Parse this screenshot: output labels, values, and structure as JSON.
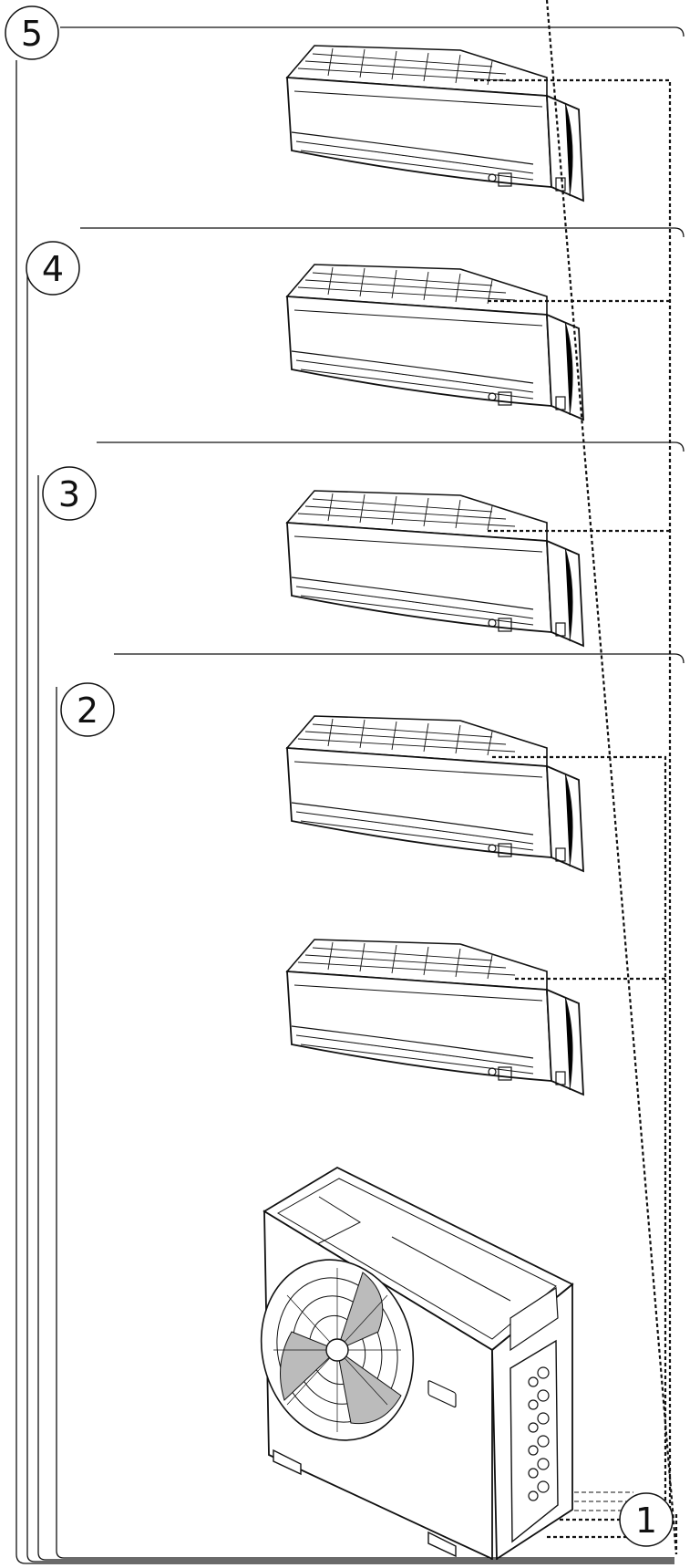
{
  "diagram": {
    "badges": [
      {
        "id": "badge-5",
        "label": "5"
      },
      {
        "id": "badge-4",
        "label": "4"
      },
      {
        "id": "badge-3",
        "label": "3"
      },
      {
        "id": "badge-2",
        "label": "2"
      },
      {
        "id": "badge-1",
        "label": "1"
      }
    ],
    "colors": {
      "line": "#111111",
      "background": "#ffffff"
    },
    "icons": [
      "indoor-unit-icon",
      "outdoor-unit-icon"
    ]
  }
}
